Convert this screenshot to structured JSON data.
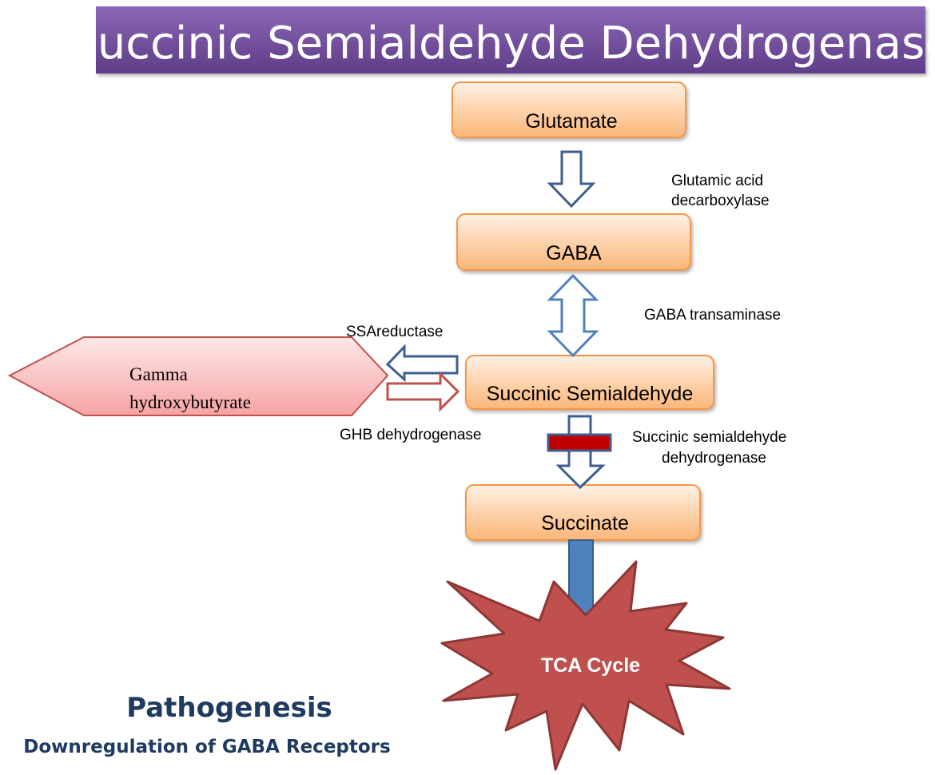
{
  "title": "Succinic Semialdehyde Dehydrogenase",
  "nodes": {
    "glutamate": "Glutamate",
    "gaba": "GABA",
    "ssa": "Succinic Semialdehyde",
    "succinate": "Succinate",
    "ghb_line1": "Gamma",
    "ghb_line2": "hydroxybutyrate",
    "tca": "TCA Cycle"
  },
  "enzymes": {
    "gad_line1": "Glutamic acid",
    "gad_line2": "decarboxylase",
    "gaba_t": "GABA transaminase",
    "ssa_reductase": "SSAreductase",
    "ghb_dh": "GHB dehydrogenase",
    "ssadh_line1": "Succinic semialdehyde",
    "ssadh_line2": "dehydrogenase"
  },
  "footer": {
    "heading": "Pathogenesis",
    "subheading": "Downregulation of GABA Receptors"
  },
  "colors": {
    "title_bg": "#7a55a3",
    "box_fill": "#fcc99a",
    "box_border": "#f79646",
    "arrow_blue": "#3d5f8f",
    "arrow_red": "#c0504d",
    "block_bar": "#c00000",
    "tca_fill": "#c0504d",
    "footer_text": "#1f3a60"
  }
}
